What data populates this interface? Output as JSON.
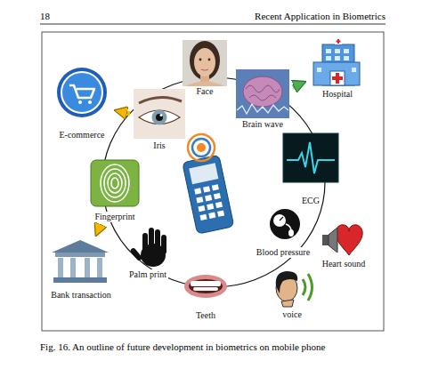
{
  "diagram": {
    "caption": "Fig. 16. An outline of future development in biometrics on mobile phone",
    "nodes": [
      {
        "text": [
          "E-commerce"
        ]
      },
      {
        "text": [
          "Iris"
        ]
      },
      {
        "text": [
          "Face"
        ]
      },
      {
        "text": [
          "Brain wave"
        ]
      },
      {
        "text": [
          "Hospital"
        ]
      },
      {
        "text": [
          "ECG"
        ]
      },
      {
        "text": [
          "Blood pressure"
        ]
      },
      {
        "text": [
          "Heart sound"
        ]
      },
      {
        "text": [
          "voice"
        ]
      },
      {
        "text": [
          "Teeth"
        ]
      },
      {
        "text": [
          "Palm print"
        ]
      },
      {
        "text": [
          "Bank transaction"
        ]
      },
      {
        "text": [
          "Fingerprint"
        ]
      }
    ],
    "edges": [
      {
        "from": 1,
        "to": 0,
        "arrow": "to"
      },
      {
        "from": 3,
        "to": 4,
        "arrow": "to"
      },
      {
        "from": 12,
        "to": 11,
        "arrow": "to"
      }
    ],
    "labels": [
      "18",
      "Recent Application in Biometrics"
    ]
  }
}
